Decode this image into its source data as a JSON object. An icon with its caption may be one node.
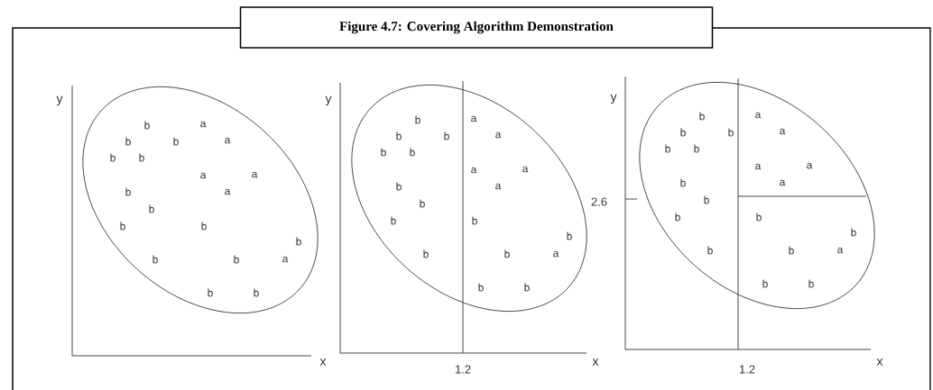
{
  "diagram": {
    "title": "Figure 4.7: Covering Algorithm Demonstration",
    "labels": [
      "y",
      "b",
      "a",
      "b",
      "b",
      "a",
      "b",
      "b",
      "a",
      "a",
      "b",
      "a",
      "b",
      "b",
      "b",
      "b",
      "b",
      "b",
      "a",
      "b",
      "b",
      "x",
      "y",
      "b",
      "a",
      "b",
      "b",
      "a",
      "b",
      "b",
      "a",
      "a",
      "b",
      "a",
      "b",
      "b",
      "b",
      "b",
      "b",
      "b",
      "a",
      "b",
      "b",
      "x",
      "1.2",
      "y",
      "2.6",
      "b",
      "a",
      "b",
      "b",
      "a",
      "b",
      "b",
      "a",
      "a",
      "b",
      "a",
      "b",
      "b",
      "b",
      "b",
      "b",
      "b",
      "a",
      "b",
      "b",
      "x",
      "1.2"
    ]
  }
}
